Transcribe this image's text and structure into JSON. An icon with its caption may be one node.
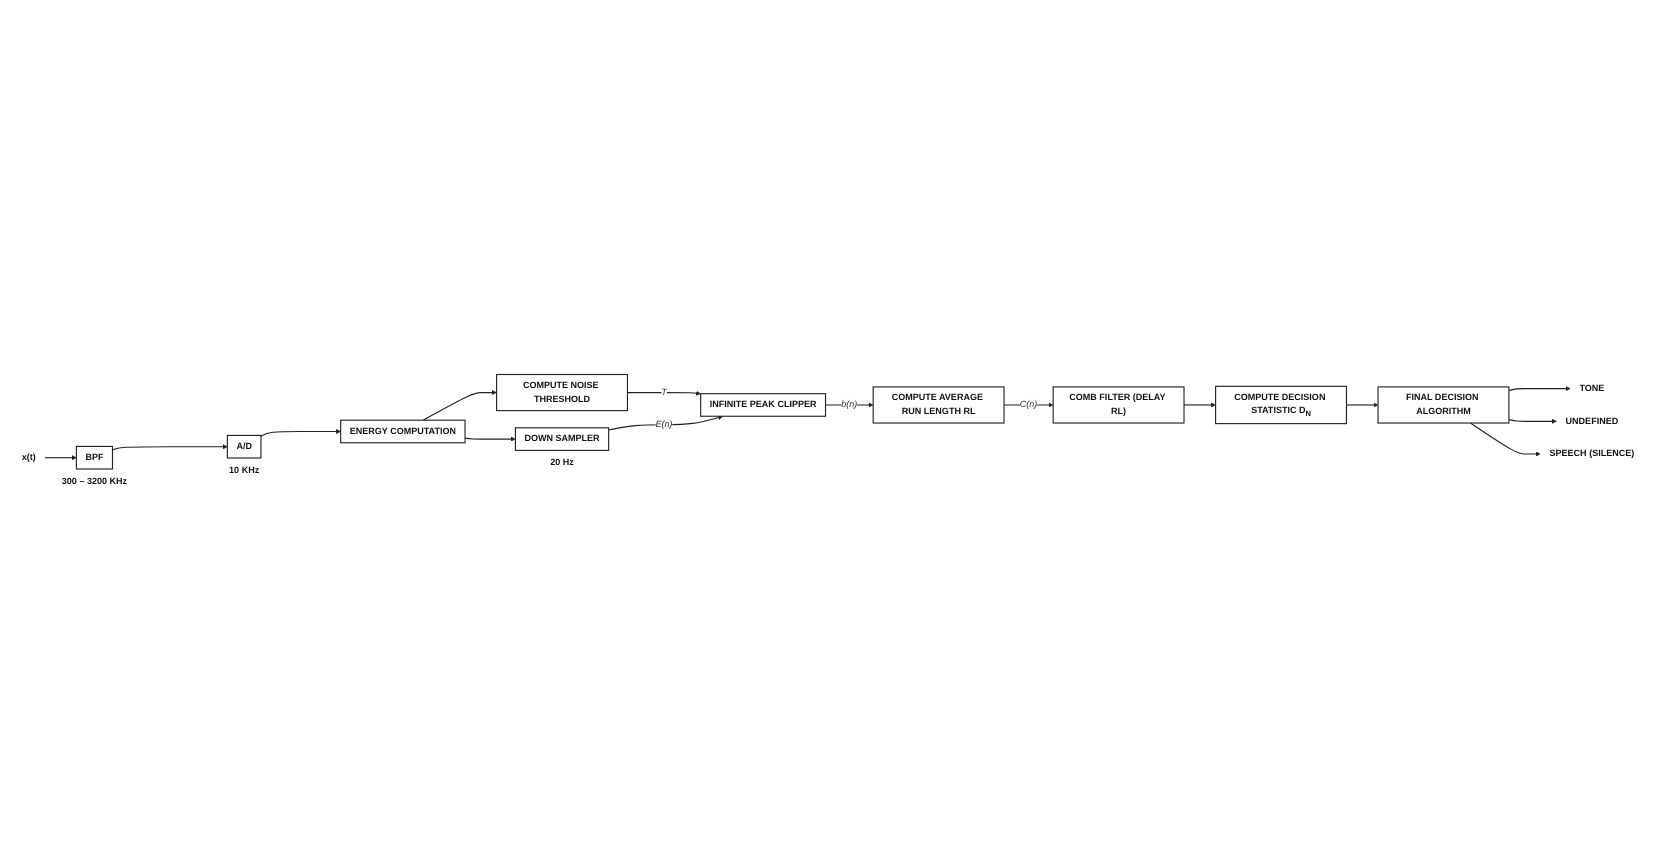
{
  "diagram": {
    "nodes": [
      {
        "text": [
          "x(t)"
        ]
      },
      {
        "text": [
          "BPF"
        ],
        "beside": [
          "300 – 3200 KHz"
        ]
      },
      {
        "text": [
          "A/D"
        ],
        "beside": [
          "10 KHz"
        ]
      },
      {
        "text": [
          "ENERGY COMPUTATION"
        ]
      },
      {
        "text": [
          "COMPUTE NOISE THRESHOLD"
        ]
      },
      {
        "text": [
          "DOWN SAMPLER"
        ],
        "beside": [
          "20 Hz"
        ]
      },
      {
        "text": [
          "INFINITE PEAK CLIPPER"
        ]
      },
      {
        "text": [
          "COMPUTE AVERAGE RUN LENGTH RL"
        ]
      },
      {
        "text": [
          "COMB FILTER (DELAY RL)"
        ]
      },
      {
        "text": [
          "COMPUTE DECISION STATISTIC D$_{N}$"
        ]
      },
      {
        "text": [
          "FINAL DECISION ALGORITHM"
        ]
      },
      {
        "text": [
          "TONE"
        ]
      },
      {
        "text": [
          "UNDEFINED"
        ]
      },
      {
        "text": [
          "SPEECH (SILENCE)"
        ]
      }
    ],
    "edges": [
      {
        "from": 0,
        "to": 1,
        "arrow": "to"
      },
      {
        "from": 1,
        "to": 2,
        "arrow": "to"
      },
      {
        "from": 2,
        "to": 3,
        "arrow": "to"
      },
      {
        "from": 3,
        "to": 4,
        "arrow": "to"
      },
      {
        "from": 3,
        "to": 5,
        "arrow": "to"
      },
      {
        "from": 4,
        "to": 6,
        "label": "T",
        "arrow": "to"
      },
      {
        "from": 5,
        "to": 6,
        "label": "E(n)",
        "arrow": "to"
      },
      {
        "from": 6,
        "to": 7,
        "label": "b(n)",
        "arrow": "to"
      },
      {
        "from": 7,
        "to": 8,
        "label": "C(n)",
        "arrow": "to"
      },
      {
        "from": 8,
        "to": 9,
        "arrow": "to"
      },
      {
        "from": 9,
        "to": 10,
        "arrow": "to"
      },
      {
        "from": 10,
        "to": 11,
        "arrow": "to"
      },
      {
        "from": 10,
        "to": 12,
        "arrow": "to"
      },
      {
        "from": 10,
        "to": 13,
        "arrow": "to"
      }
    ]
  }
}
